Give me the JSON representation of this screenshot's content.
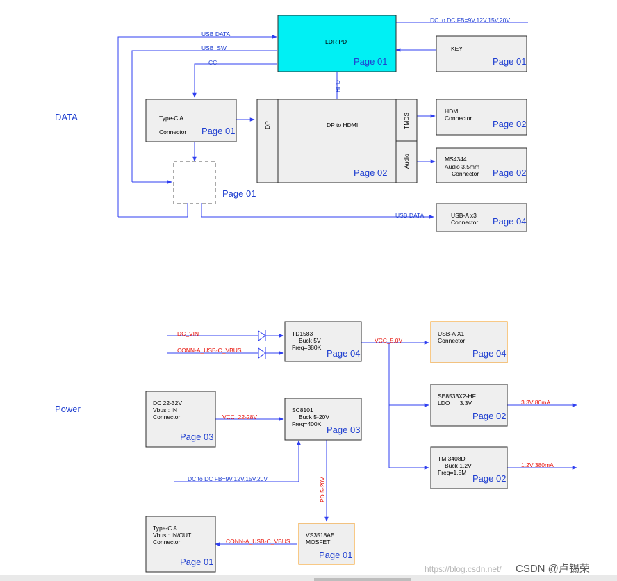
{
  "sections": {
    "data": "DATA",
    "power": "Power"
  },
  "data_diagram": {
    "ldr_pd": {
      "label": "LDR PD",
      "page": "Page 01"
    },
    "key": {
      "label": "KEY",
      "page": "Page 01"
    },
    "type_c_a": {
      "line1": "Type-C A",
      "line2": "Connector",
      "page": "Page 01"
    },
    "dp_to_hdmi": {
      "label": "DP to  HDMI",
      "page": "Page 02",
      "port_dp": "DP",
      "port_tmds": "TMDS",
      "port_audio": "Audio"
    },
    "hdmi_connector": {
      "line1": "HDMI",
      "line2": "Connector",
      "page": "Page 02"
    },
    "ms4344": {
      "line1": "MS4344",
      "line2": "Audio 3.5mm",
      "line3": "Connector",
      "page": "Page 02"
    },
    "switch": {
      "page": "Page 01"
    },
    "usb_a_x3": {
      "line1": "USB-A x3",
      "line2": "Connector",
      "page": "Page 04"
    },
    "signals": {
      "usb_data": "USB DATA",
      "usb_sw": "USB_SW",
      "cc": "CC",
      "hpd": "HPD",
      "dc_to_dc_fb": "DC to DC FB=9V,12V,15V,20V",
      "usb_data_out": "USB DATA"
    }
  },
  "power_diagram": {
    "td1583": {
      "line1": "TD1583",
      "line2": "Buck 5V",
      "line3": "Freq=380K",
      "page": "Page 04"
    },
    "usb_a_x1": {
      "line1": "USB-A X1",
      "line2": "Connector",
      "page": "Page 04"
    },
    "dc_in": {
      "line1": "DC 22-32V",
      "line2": "Vbus : IN",
      "line3": "Connector",
      "page": "Page 03"
    },
    "sc8101": {
      "line1": "SC8101",
      "line2": "Buck 5-20V",
      "line3": "Freq=400K",
      "page": "Page 03"
    },
    "se8533": {
      "line1": "SE8533X2-HF",
      "line2": "LDO      3.3V",
      "page": "Page 02"
    },
    "tmi3408d": {
      "line1": "TMI3408D",
      "line2": "Buck 1.2V",
      "line3": "Freq=1.5M",
      "page": "Page 02"
    },
    "type_c_out": {
      "line1": "Type-C A",
      "line2": "Vbus : IN/OUT",
      "line3": "Connector",
      "page": "Page 01"
    },
    "vs3518ae": {
      "line1": "VS3518AE",
      "line2": "MOSFET",
      "page": "Page 01"
    },
    "nets": {
      "dc_vin": "DC_VIN",
      "conn_vbus": "CONN-A_USB-C_VBUS",
      "vcc_5v": "VCC_5.0V",
      "vcc_22_28": "VCC_22-28V",
      "v33": "3.3V 80mA",
      "v12": "1.2V 380mA",
      "dc_to_dc_fb": "DC to DC FB=9V,12V,15V,20V",
      "pd_5_20": "PD 5-20V",
      "conn_vbus_out": "CONN-A_USB-C_VBUS"
    }
  },
  "colors": {
    "wire": "#2f3ff0",
    "ldr_fill": "#00f0f4",
    "box_fill": "#efefef",
    "orange_border": "#f3a536",
    "net_red": "#e8140c",
    "page_text": "#1f3fd0"
  },
  "watermark": {
    "url": "https://blog.csdn.net/",
    "brand": "CSDN @卢锡荣"
  }
}
